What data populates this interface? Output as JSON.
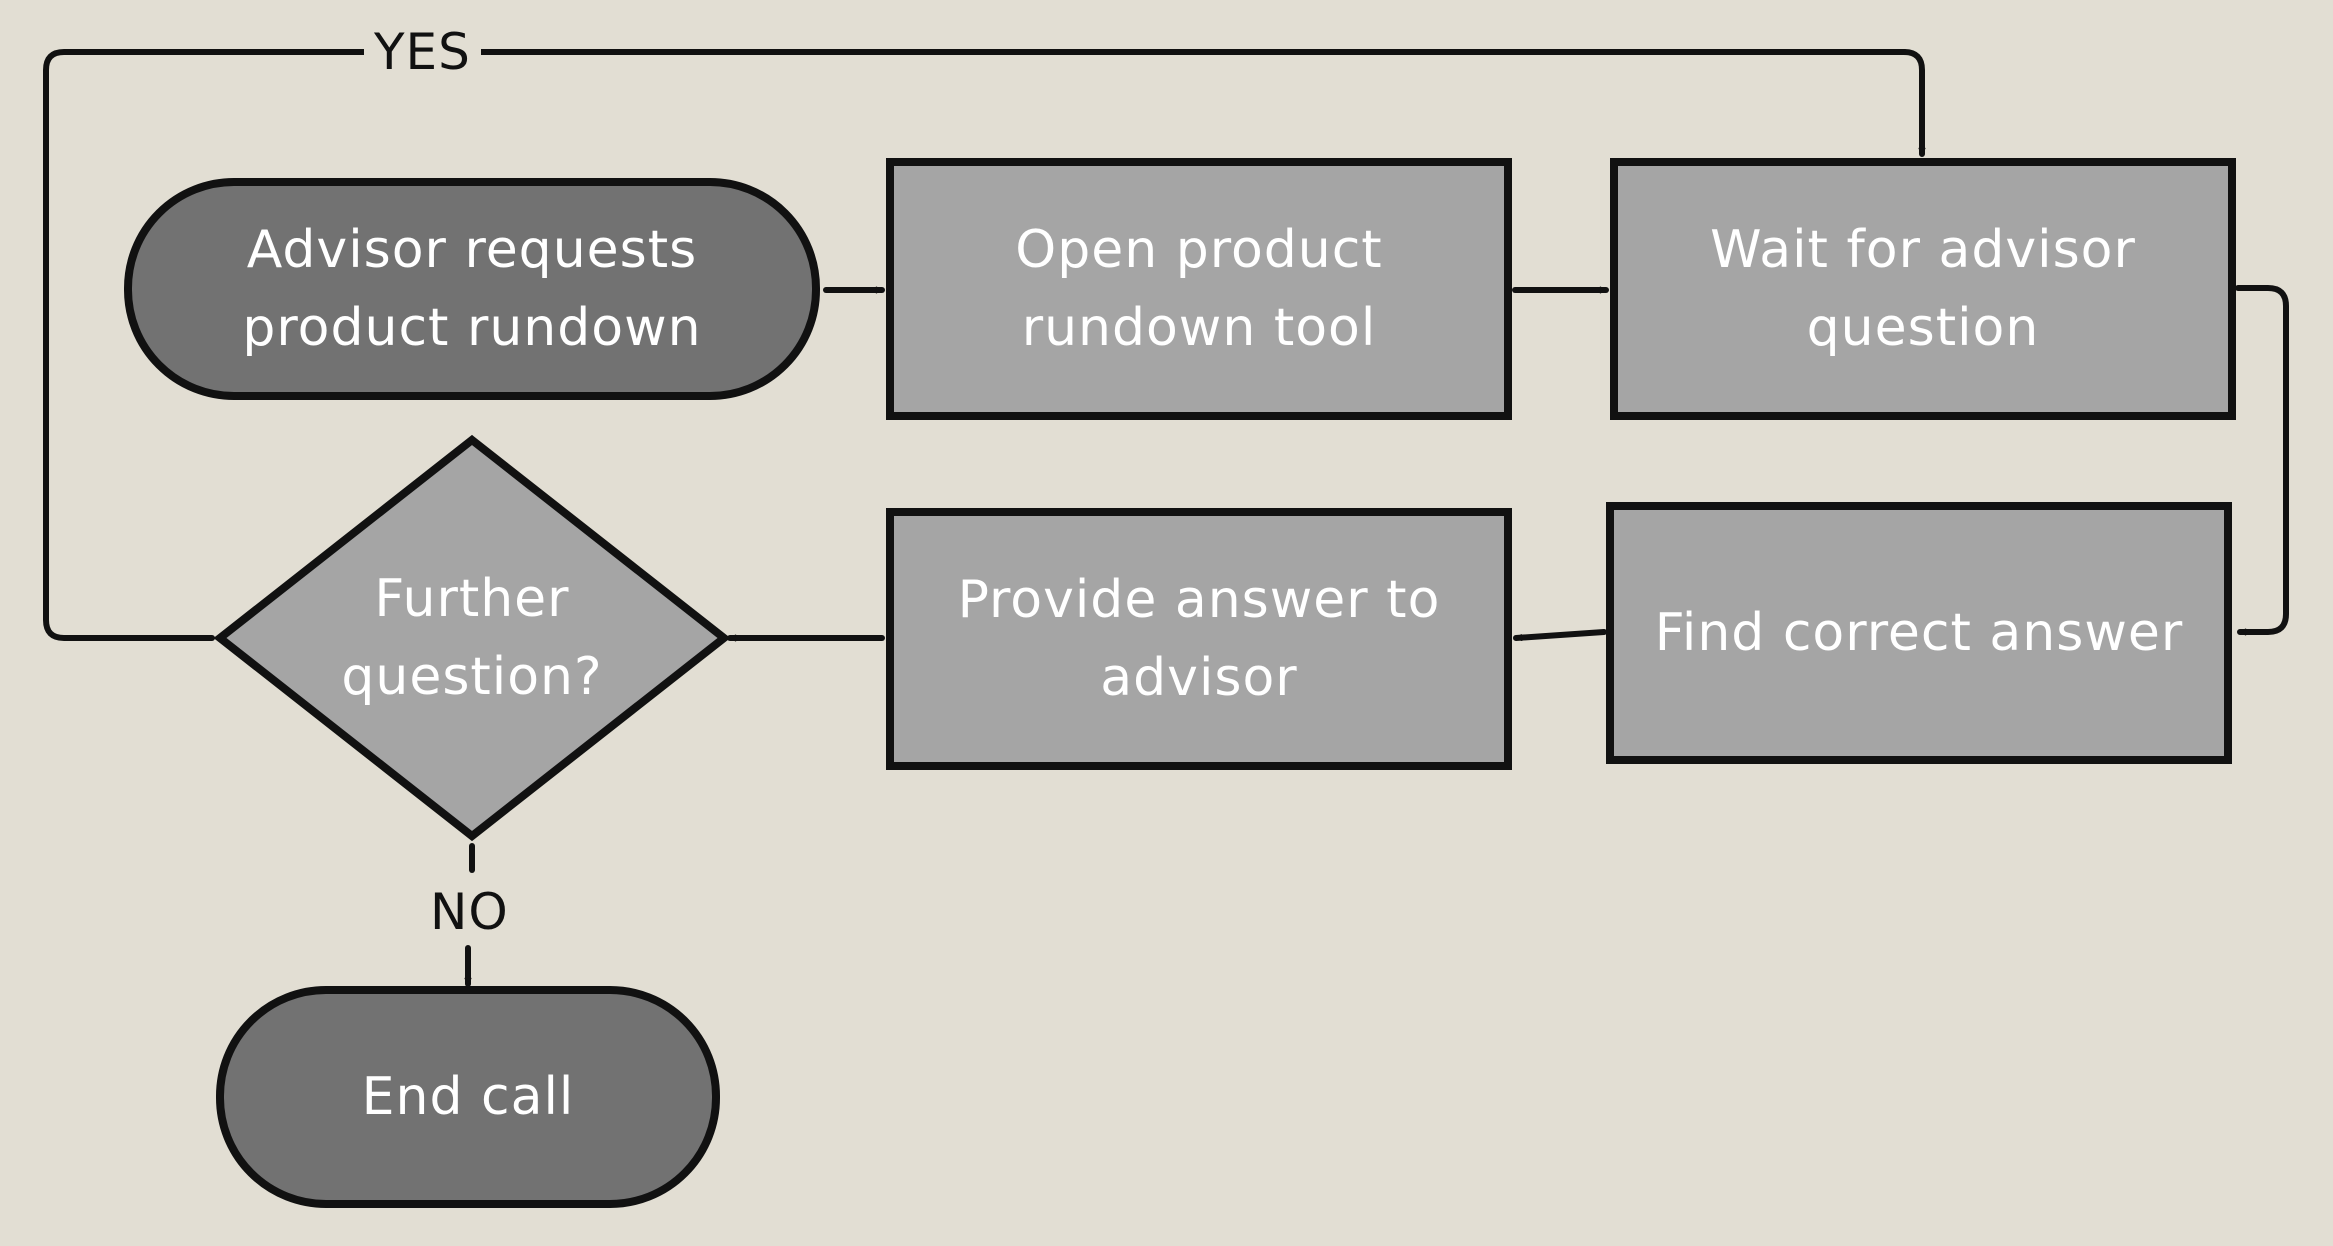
{
  "colors": {
    "background": "#e2ded3",
    "terminal_fill": "#727272",
    "process_fill": "#a5a5a5",
    "stroke": "#111111",
    "node_text": "#ffffff"
  },
  "nodes": {
    "start": {
      "line1": "Advisor requests",
      "line2": "product rundown"
    },
    "open_tool": {
      "line1": "Open product",
      "line2": "rundown tool"
    },
    "wait": {
      "line1": "Wait for advisor",
      "line2": "question"
    },
    "find": {
      "line1": "Find correct answer"
    },
    "provide": {
      "line1": "Provide answer to",
      "line2": "advisor"
    },
    "decision": {
      "line1": "Further",
      "line2": "question?"
    },
    "end": {
      "line1": "End call"
    }
  },
  "edge_labels": {
    "yes": "YES",
    "no": "NO"
  }
}
